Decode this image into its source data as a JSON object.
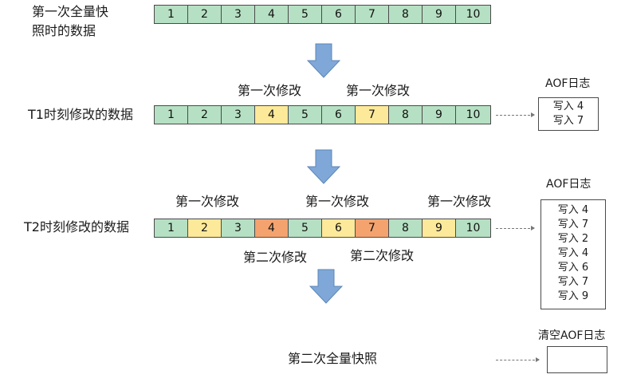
{
  "colors": {
    "unchanged": "#b6e0c3",
    "first_modification": "#fde99a",
    "second_modification": "#f4a36f",
    "arrow": "#7fa8d8",
    "arrow_border": "#5b86b8"
  },
  "icons": {
    "down_arrow": "down-arrow-icon"
  },
  "snapshot_label_line1": "第一次全量快",
  "snapshot_label_line2": "照时的数据",
  "row0": [
    "1",
    "2",
    "3",
    "4",
    "5",
    "6",
    "7",
    "8",
    "9",
    "10"
  ],
  "t1": {
    "label": "T1时刻修改的数据",
    "cells": [
      "1",
      "2",
      "3",
      "4",
      "5",
      "6",
      "7",
      "8",
      "9",
      "10"
    ],
    "mod_labels": [
      "第一次修改",
      "第一次修改"
    ],
    "aof_title": "AOF日志",
    "aof_entries": [
      "写入 4",
      "写入 7"
    ]
  },
  "t2": {
    "label": "T2时刻修改的数据",
    "cells": [
      "1",
      "2",
      "3",
      "4",
      "5",
      "6",
      "7",
      "8",
      "9",
      "10"
    ],
    "top_labels": [
      "第一次修改",
      "第一次修改",
      "第一次修改"
    ],
    "bottom_labels": [
      "第二次修改",
      "第二次修改"
    ],
    "aof_title": "AOF日志",
    "aof_entries": [
      "写入 4",
      "写入 7",
      "写入 2",
      "写入 4",
      "写入 6",
      "写入 7",
      "写入 9"
    ]
  },
  "final": {
    "label": "第二次全量快照",
    "aof_title": "清空AOF日志"
  }
}
